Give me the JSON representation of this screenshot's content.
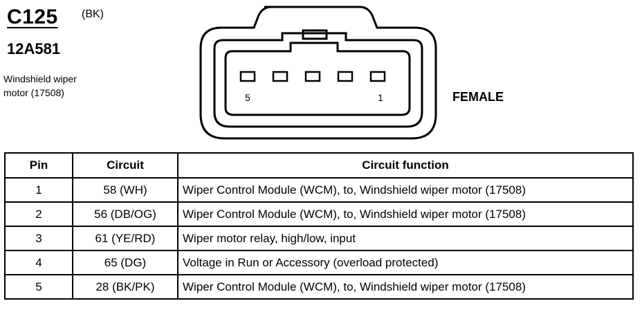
{
  "header": {
    "connector_id": "C125",
    "color_code": "(BK)",
    "part_number": "12A581",
    "description_line1": "Windshield wiper",
    "description_line2": "motor (17508)"
  },
  "connector": {
    "gender_label": "FEMALE",
    "pin_label_left": "5",
    "pin_label_right": "1",
    "pin_count": 5
  },
  "table": {
    "headers": [
      "Pin",
      "Circuit",
      "Circuit function"
    ],
    "rows": [
      {
        "pin": "1",
        "circuit": "58 (WH)",
        "function": "Wiper Control Module (WCM), to, Windshield wiper motor (17508)"
      },
      {
        "pin": "2",
        "circuit": "56 (DB/OG)",
        "function": "Wiper Control Module (WCM), to, Windshield wiper motor (17508)"
      },
      {
        "pin": "3",
        "circuit": "61 (YE/RD)",
        "function": "Wiper motor relay, high/low, input"
      },
      {
        "pin": "4",
        "circuit": "65 (DG)",
        "function": "Voltage in Run or Accessory (overload protected)"
      },
      {
        "pin": "5",
        "circuit": "28 (BK/PK)",
        "function": "Wiper Control Module (WCM), to, Windshield wiper motor (17508)"
      }
    ]
  }
}
